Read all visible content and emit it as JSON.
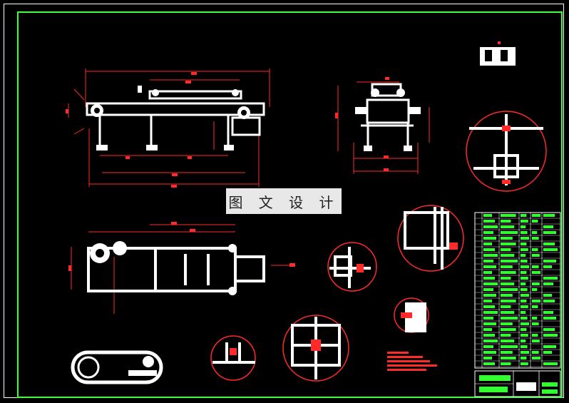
{
  "watermark": {
    "text": "图 文 设 计"
  },
  "colors": {
    "background": "#000000",
    "frame": "#3dff3d",
    "part": "#ffffff",
    "dimension": "#ff2a2a",
    "table_text": "#33ff33"
  },
  "views": [
    "main-front-view",
    "side-view",
    "top-plan-view",
    "detail-circle-a",
    "detail-circle-b",
    "detail-circle-c",
    "detail-circle-d",
    "detail-circle-e",
    "detail-circle-f",
    "belt-loop-view",
    "small-part-view"
  ]
}
